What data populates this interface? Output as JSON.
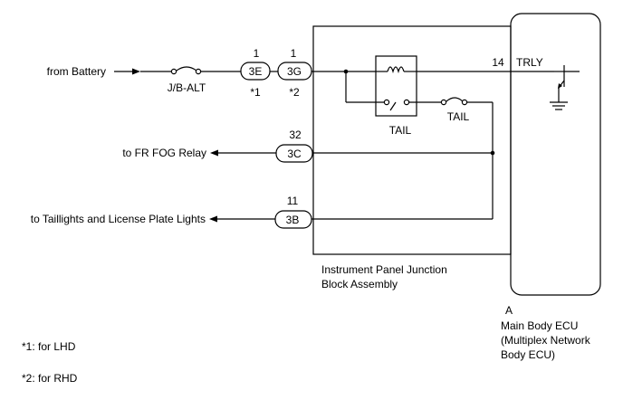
{
  "sources": {
    "battery": "from Battery",
    "fr_fog": "to FR FOG Relay",
    "taillights": "to Taillights and License Plate Lights"
  },
  "fuses": {
    "jb_alt": "J/B-ALT",
    "tail": "TAIL"
  },
  "relay": {
    "label": "TAIL"
  },
  "connectors": [
    {
      "id": "3E",
      "pin": "1",
      "note": "*1"
    },
    {
      "id": "3G",
      "pin": "1",
      "note": "*2"
    },
    {
      "id": "3C",
      "pin": "32",
      "note": ""
    },
    {
      "id": "3B",
      "pin": "11",
      "note": ""
    }
  ],
  "junction_block": {
    "line1": "Instrument Panel Junction",
    "line2": "Block Assembly"
  },
  "ecu": {
    "pin": "14",
    "signal": "TRLY",
    "letter": "A",
    "line1": "Main Body ECU",
    "line2": "(Multiplex Network",
    "line3": "Body ECU)"
  },
  "notes": {
    "n1": "*1: for LHD",
    "n2": "*2: for RHD"
  }
}
